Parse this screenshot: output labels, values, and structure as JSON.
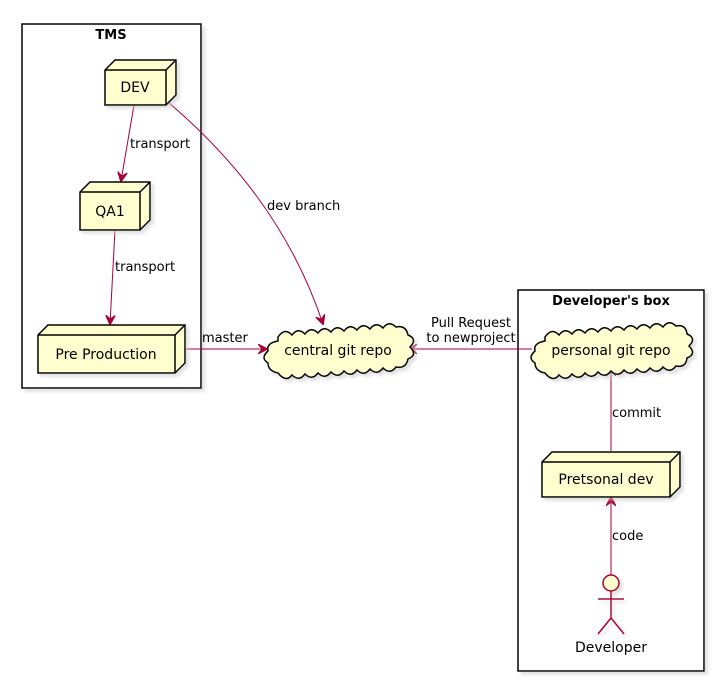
{
  "packages": {
    "tms": {
      "title": "TMS"
    },
    "developer_box": {
      "title": "Developer's box"
    }
  },
  "nodes": {
    "dev": "DEV",
    "qa1": "QA1",
    "pre_production": "Pre Production",
    "central_repo": "central git repo",
    "personal_repo": "personal git repo",
    "personal_dev": "Pretsonal dev",
    "developer": "Developer"
  },
  "edges": {
    "dev_qa1": "transport",
    "qa1_preprod": "transport",
    "dev_central": "dev branch",
    "preprod_central": "master",
    "personal_central_line1": "Pull Request",
    "personal_central_line2": "to newproject",
    "personaldev_personalrepo": "commit",
    "developer_personaldev": "code"
  },
  "colors": {
    "node_fill": "#FEFECE",
    "arrow": "#A80036",
    "border": "#000000"
  }
}
